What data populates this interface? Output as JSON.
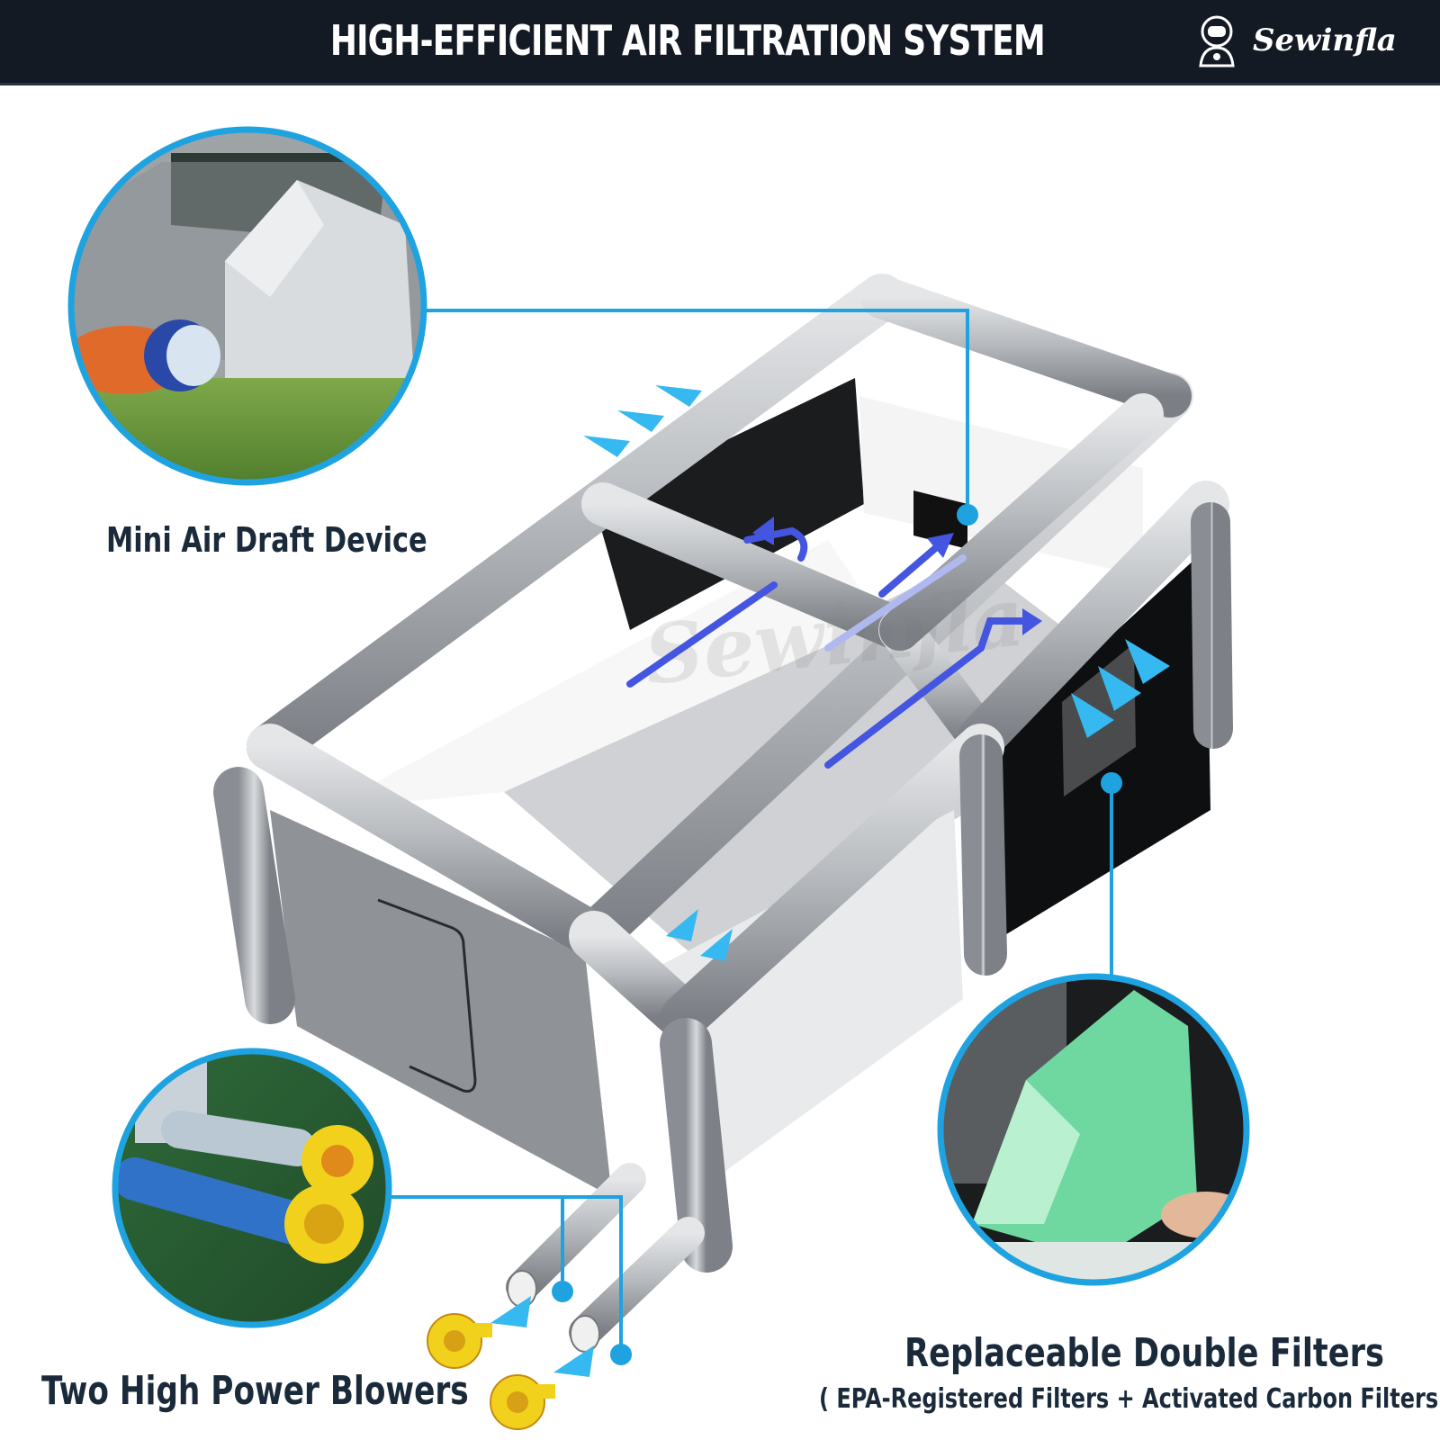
{
  "header": {
    "title": "HIGH-EFFICIENT AIR FILTRATION SYSTEM",
    "brand_name": "Sewinfla",
    "background_color": "#141a24"
  },
  "callouts": {
    "draft_device": "Mini Air Draft Device",
    "blowers": "Two High Power Blowers",
    "filters_title": "Replaceable Double Filters",
    "filters_subtitle": "( EPA-Registered Filters + Activated Carbon Filters )"
  },
  "colors": {
    "callout_line": "#1fa2e0",
    "airflow_arrow": "#35b9f0",
    "inner_flow_arrow": "#4455e0",
    "tent_frame": "#a8abb0",
    "label_text": "#1a2a3a"
  },
  "icons": [
    "astronaut-logo-icon",
    "blower-icon",
    "airflow-arrow-icon"
  ]
}
